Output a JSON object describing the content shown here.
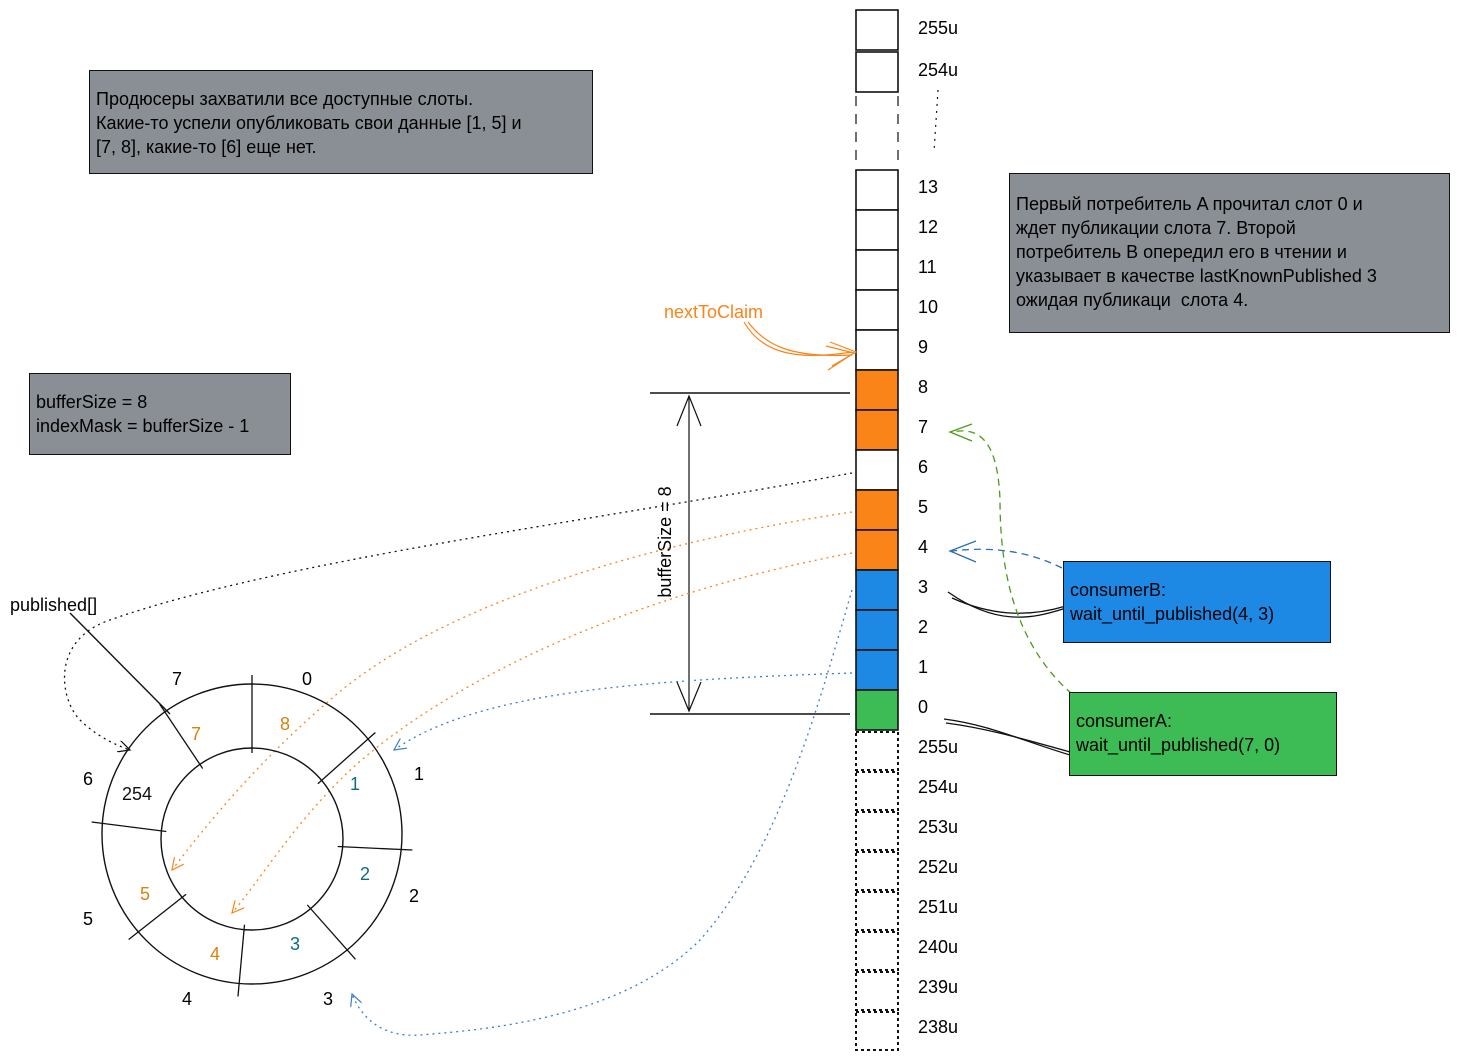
{
  "notes": {
    "producers": "Продюсеры захватили все доступные слоты.\nКакие-то успели опубликовать свои данные [1, 5] и\n[7, 8], какие-то [6] еще нет.",
    "consumers": "Первый потребитель A прочитал слот 0 и\nждет публикации слота 7. Второй\nпотребитель B опередил его в чтении и\nуказывает в качестве lastKnownPublished 3\nожидая публикаци  слота 4.",
    "buffer_line1": "bufferSize = 8",
    "buffer_line2": "indexMask = bufferSize - 1",
    "consumerB_line1": "consumerB:",
    "consumerB_line2": "wait_until_published(4, 3)",
    "consumerA_line1": "consumerA:",
    "consumerA_line2": "wait_until_published(7, 0)"
  },
  "labels": {
    "next_to_claim": "nextToClaim",
    "buffer_size_dim": "bufferSize = 8",
    "published": "published[]"
  },
  "colors": {
    "orange": "#fb8418",
    "blue": "#1e88e5",
    "green": "#3dbb55",
    "gray": "#8a8f95",
    "ring_orange_text": "#d9820c",
    "ring_teal_text": "#0f6b80",
    "consumerA_arrow": "#4d9a1a",
    "consumerB_arrow": "#2b6fb0",
    "dotted_blue": "#3b7fc4"
  },
  "sequence": {
    "top_slots": [
      {
        "label": "255u",
        "state": "empty"
      },
      {
        "label": "254u",
        "state": "empty"
      }
    ],
    "main_slots": [
      {
        "label": "13",
        "state": "empty"
      },
      {
        "label": "12",
        "state": "empty"
      },
      {
        "label": "11",
        "state": "empty"
      },
      {
        "label": "10",
        "state": "empty"
      },
      {
        "label": "9",
        "state": "empty"
      },
      {
        "label": "8",
        "state": "orange"
      },
      {
        "label": "7",
        "state": "orange"
      },
      {
        "label": "6",
        "state": "empty"
      },
      {
        "label": "5",
        "state": "orange"
      },
      {
        "label": "4",
        "state": "orange"
      },
      {
        "label": "3",
        "state": "blue"
      },
      {
        "label": "2",
        "state": "blue"
      },
      {
        "label": "1",
        "state": "blue"
      },
      {
        "label": "0",
        "state": "green"
      }
    ],
    "lower_slots": [
      "255u",
      "254u",
      "253u",
      "252u",
      "251u",
      "240u",
      "239u",
      "238u"
    ]
  },
  "ring": {
    "outer_labels": [
      "0",
      "1",
      "2",
      "3",
      "4",
      "5",
      "6",
      "7"
    ],
    "inner_values": [
      {
        "text": "8",
        "color": "orange"
      },
      {
        "text": "1",
        "color": "teal"
      },
      {
        "text": "2",
        "color": "teal"
      },
      {
        "text": "3",
        "color": "teal"
      },
      {
        "text": "4",
        "color": "orange"
      },
      {
        "text": "5",
        "color": "orange"
      },
      {
        "text": "254",
        "color": "black"
      },
      {
        "text": "7",
        "color": "orange"
      }
    ]
  }
}
